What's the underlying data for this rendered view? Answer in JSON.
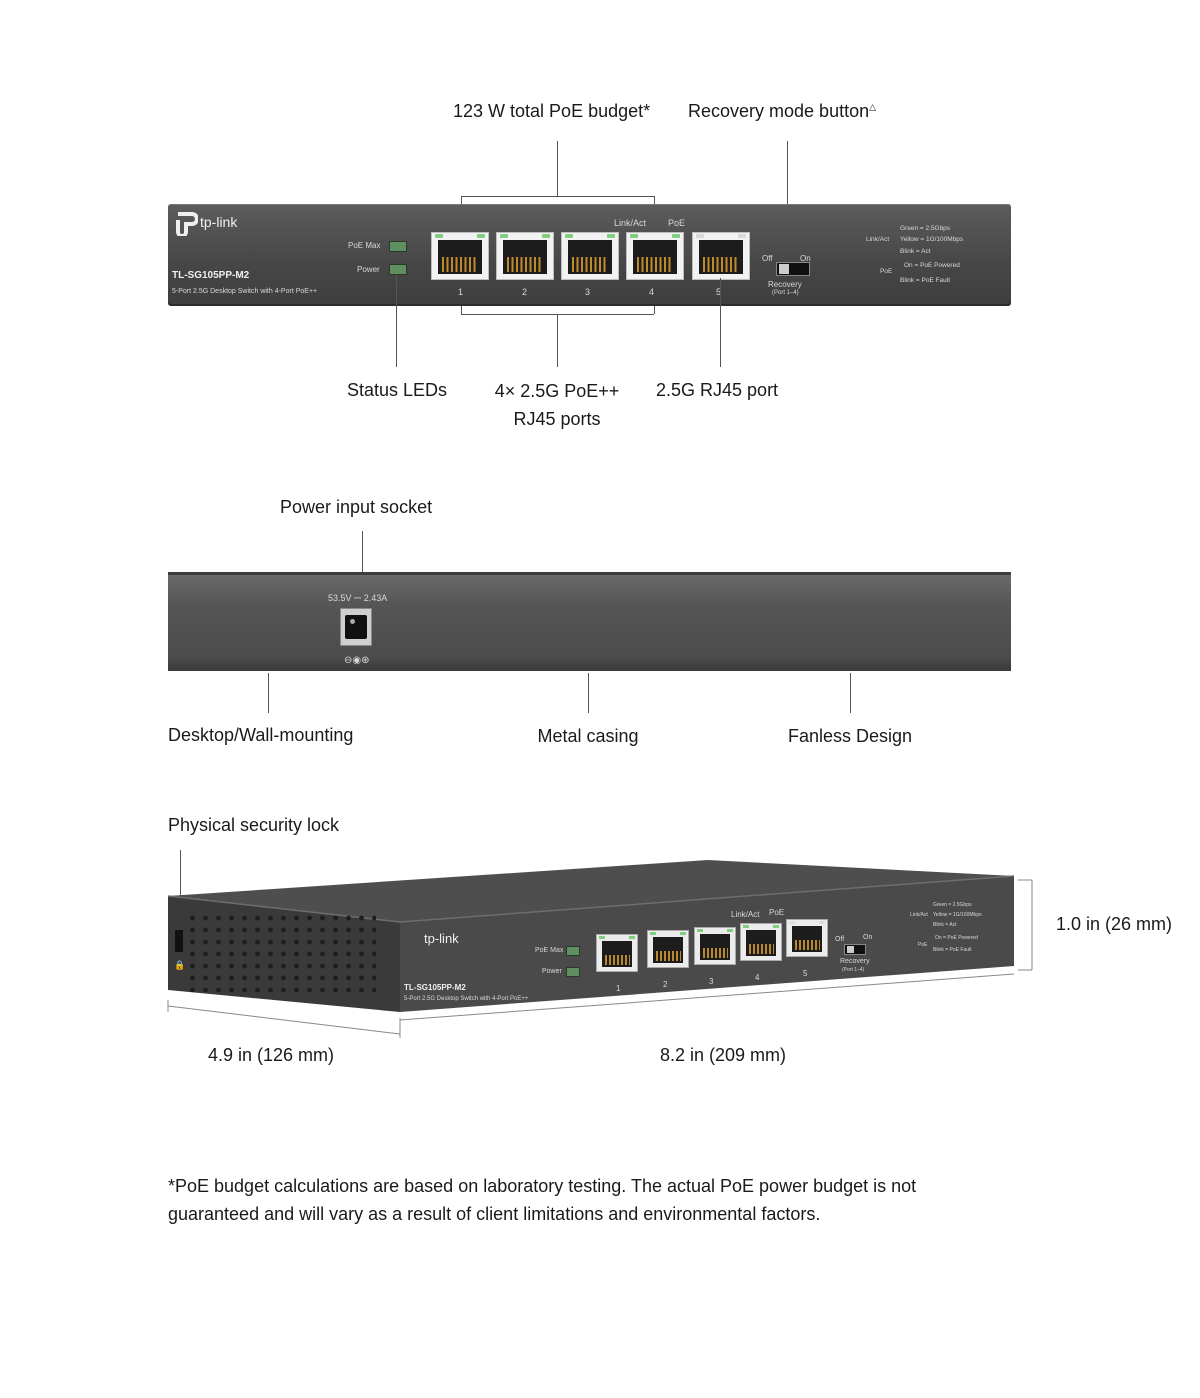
{
  "front": {
    "callouts": {
      "poe_budget": "123 W total PoE budget*",
      "recovery_button": "Recovery mode button",
      "recovery_mark": "△",
      "status_leds": "Status LEDs",
      "poe_ports_line1": "4× 2.5G PoE++",
      "poe_ports_line2": "RJ45 ports",
      "rj45_port": "2.5G RJ45 port"
    },
    "panel": {
      "brand": "tp-link",
      "model": "TL-SG105PP-M2",
      "description": "5-Port 2.5G Desktop Switch with 4-Port PoE++",
      "led_poe_max": "PoE Max",
      "led_power": "Power",
      "link_act": "Link/Act",
      "poe": "PoE",
      "port_numbers": [
        "1",
        "2",
        "3",
        "4",
        "5"
      ],
      "switch_off": "Off",
      "switch_on": "On",
      "recovery": "Recovery",
      "recovery_ports": "(Port 1–4)",
      "legend_link_act": "Link/Act",
      "legend_green": "Green  =  2.5Gbps",
      "legend_yellow": "Yellow  =  1G/100Mbps",
      "legend_blink": "Blink  =  Act",
      "legend_poe": "PoE",
      "legend_on": "On    =  PoE Powered",
      "legend_blink2": "Blink  =  PoE Fault"
    }
  },
  "back": {
    "callouts": {
      "power_socket": "Power input socket",
      "mounting": "Desktop/Wall-mounting",
      "casing": "Metal casing",
      "fanless": "Fanless Design"
    },
    "panel": {
      "power_rating": "53.5V ⎓ 2.43A",
      "polarity": "⊖◉⊕"
    }
  },
  "angled": {
    "callouts": {
      "security_lock": "Physical security lock",
      "height": "1.0 in (26 mm)",
      "depth": "4.9 in (126 mm)",
      "width": "8.2 in (209 mm)"
    },
    "panel": {
      "brand": "tp-link",
      "model": "TL-SG105PP-M2",
      "description": "5-Port 2.5G Desktop Switch with 4-Port PoE++",
      "led_poe_max": "PoE Max",
      "led_power": "Power",
      "link_act": "Link/Act",
      "poe": "PoE",
      "port_numbers": [
        "1",
        "2",
        "3",
        "4",
        "5"
      ],
      "switch_off": "Off",
      "switch_on": "On",
      "recovery": "Recovery",
      "recovery_ports": "(Port 1–4)",
      "legend_green": "Green  =  2.5Gbps",
      "legend_yellow": "Yellow  =  1G/100Mbps",
      "legend_blink": "Blink  =  Act",
      "legend_on": "On    =  PoE Powered",
      "legend_blink2": "Blink  =  PoE Fault",
      "legend_link_act": "Link/Act",
      "legend_poe": "PoE"
    }
  },
  "footnote": "*PoE budget calculations are based on laboratory testing. The actual PoE power budget is not guaranteed and will vary as a result of client limitations and environmental factors.",
  "colors": {
    "casing": "#4a4a4a",
    "port_led": "#7fcf7f",
    "text": "#1a1a1a",
    "leader": "#555555"
  }
}
